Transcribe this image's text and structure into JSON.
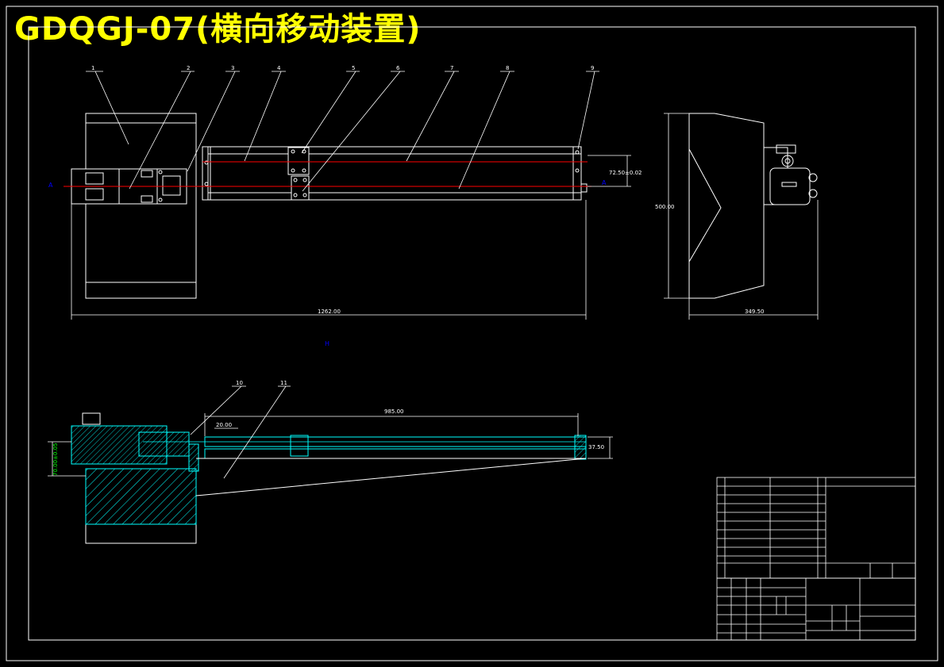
{
  "title": "GDQGJ-07(横向移动装置)",
  "colors": {
    "background": "#000000",
    "title": "#ffff00",
    "outline": "#ffffff",
    "centerline": "#ff0000",
    "section": "#00ffff",
    "dimension": "#00ff00",
    "marker": "#0000ff"
  },
  "balloons": [
    "1",
    "2",
    "3",
    "4",
    "5",
    "6",
    "7",
    "8",
    "9",
    "10",
    "11"
  ],
  "dimensions": {
    "overall_length": "1262.00",
    "rail_spacing": "72.50±0.02",
    "height": "500.00",
    "side_width": "349.50",
    "stroke": "985.00",
    "offset_left": "20.00",
    "offset_right": "37.50",
    "vertical_left": "70.00±0.05"
  },
  "markers": {
    "section_left": "A",
    "section_right": "A",
    "center": "H"
  }
}
